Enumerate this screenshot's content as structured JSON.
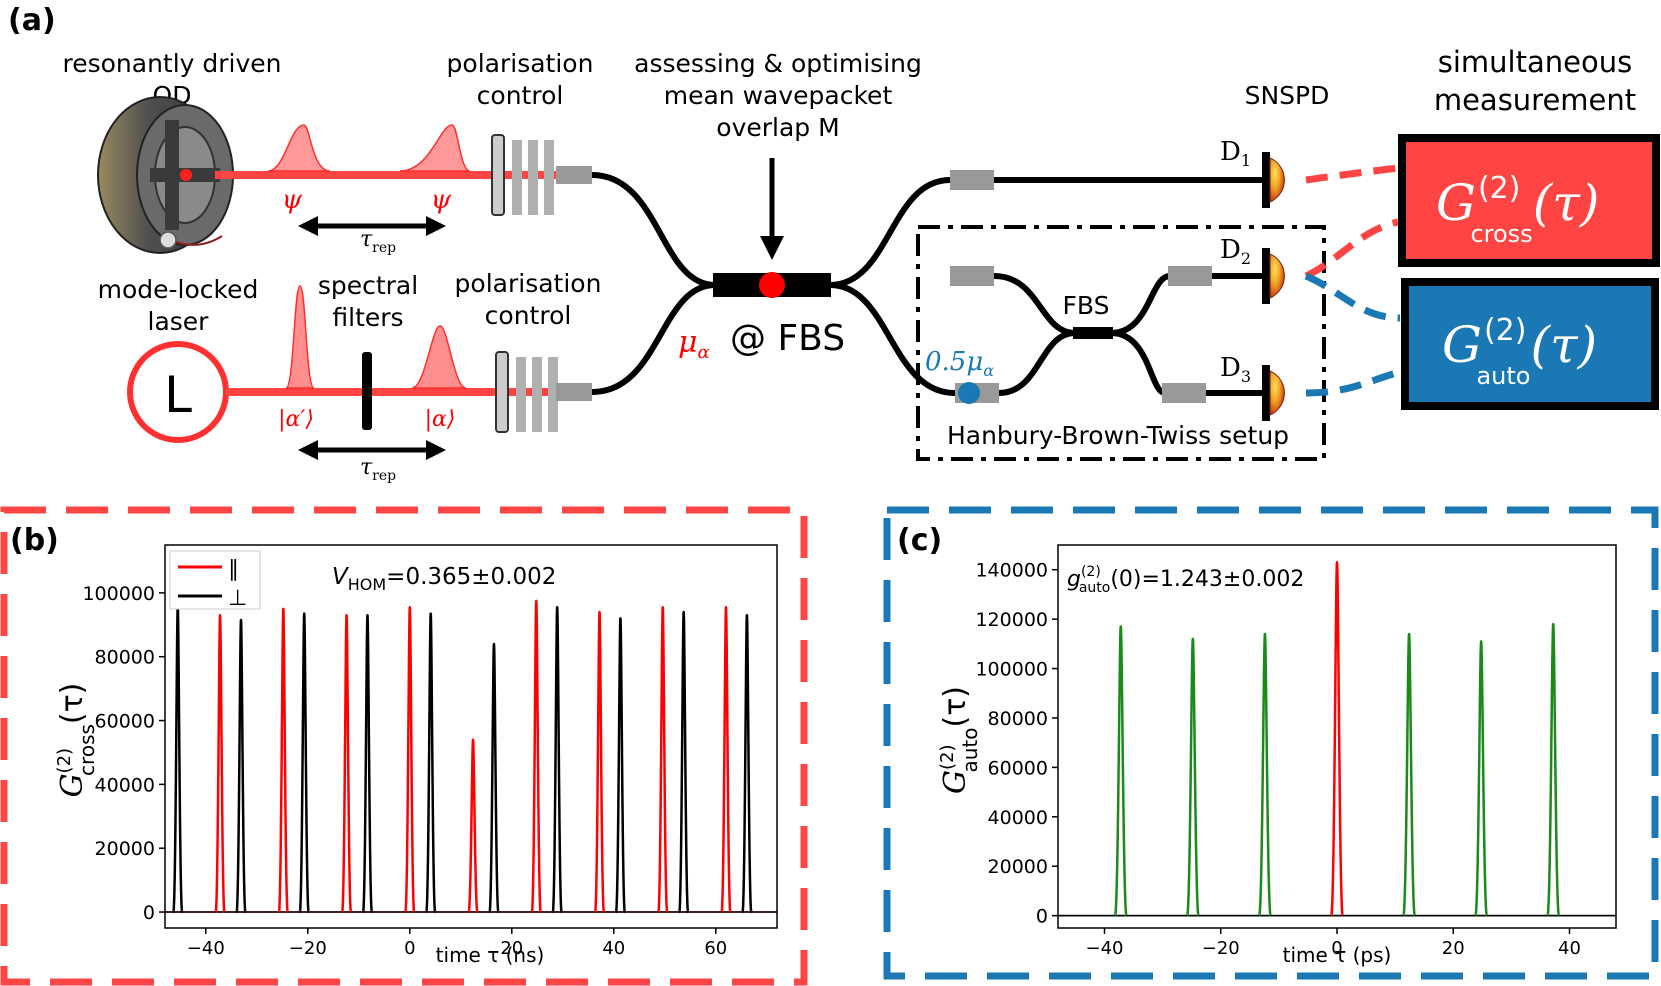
{
  "colors": {
    "red": "#ff4444",
    "pure_red": "#ff0000",
    "blue": "#1a78b4",
    "green": "#1a8a1a",
    "black": "#000000",
    "grey": "#999999"
  },
  "panel_a": {
    "tag": "(a)",
    "qd_label": [
      "resonantly driven",
      "QD"
    ],
    "pol_label_top": [
      "polarisation",
      "control"
    ],
    "assess_label": [
      "assessing & optimising",
      "mean wavepacket",
      "overlap M"
    ],
    "snspd_label": "SNSPD",
    "sim_label": [
      "simultaneous",
      "measurement"
    ],
    "laser_label": [
      "mode-locked",
      "laser"
    ],
    "filter_label": [
      "spectral",
      "filters"
    ],
    "pol_label_bottom": [
      "polarisation",
      "control"
    ],
    "laser_glyph": "L",
    "psi": "ψ",
    "tau_rep": "τ",
    "tau_sub": "rep",
    "alpha_prime": "|α′⟩",
    "alpha": "|α⟩",
    "mu_alpha": "μ",
    "mu_sub": "α",
    "at_fbs": "@ FBS",
    "half_mu": "0.5μ",
    "fbs_label": "FBS",
    "hbt_label": "Hanbury-Brown-Twiss setup",
    "detectors": [
      "D",
      "D",
      "D"
    ],
    "detector_subs": [
      "1",
      "2",
      "3"
    ],
    "g_cross": {
      "main": "G",
      "sup": "(2)",
      "sub": "cross",
      "arg": "(τ)"
    },
    "g_auto": {
      "main": "G",
      "sup": "(2)",
      "sub": "auto",
      "arg": "(τ)"
    }
  },
  "panel_b": {
    "tag": "(b)",
    "visibility_label": "V",
    "visibility_sub": "HOM",
    "visibility_value": "=0.365±0.002",
    "legend": [
      "∥",
      "⊥"
    ],
    "ylabel_main": "G",
    "ylabel_sup": "(2)",
    "ylabel_sub": "cross",
    "ylabel_arg": "(τ)",
    "xlabel": "time τ (ns)",
    "xticks": [
      "−40",
      "−20",
      "0",
      "20",
      "40",
      "60"
    ],
    "yticks": [
      "0",
      "20000",
      "40000",
      "60000",
      "80000",
      "100000"
    ]
  },
  "panel_c": {
    "tag": "(c)",
    "g_label": "g",
    "g_sup": "(2)",
    "g_sub": "auto",
    "g_value": "(0)=1.243±0.002",
    "ylabel_main": "G",
    "ylabel_sup": "(2)",
    "ylabel_sub": "auto",
    "ylabel_arg": "(τ)",
    "xlabel": "time τ (ps)",
    "xticks": [
      "−40",
      "−20",
      "0",
      "20",
      "40"
    ],
    "yticks": [
      "0",
      "20000",
      "40000",
      "60000",
      "80000",
      "100000",
      "120000",
      "140000"
    ]
  },
  "chart_data": [
    {
      "type": "line",
      "panel": "b",
      "xlim": [
        -48,
        72
      ],
      "ylim": [
        -5000,
        115000
      ],
      "series": [
        {
          "name": "∥",
          "color": "#ff0000",
          "x": [
            -37.2,
            -24.8,
            -12.4,
            0,
            12.4,
            24.8,
            37.2,
            49.6,
            62
          ],
          "y": [
            93000,
            95000,
            93000,
            95500,
            54000,
            97500,
            94000,
            95500,
            95500
          ]
        },
        {
          "name": "⊥",
          "color": "#000000",
          "x": [
            -45.5,
            -33.1,
            -20.7,
            -8.3,
            4.1,
            16.5,
            28.9,
            41.3,
            53.7,
            66.1
          ],
          "y": [
            95500,
            91500,
            93500,
            93000,
            93500,
            84000,
            95500,
            92000,
            94000,
            93000
          ]
        }
      ]
    },
    {
      "type": "line",
      "panel": "c",
      "xlim": [
        -48,
        48
      ],
      "ylim": [
        -5000,
        150000
      ],
      "series": [
        {
          "color": "#1a8a1a",
          "x": [
            -37.2,
            -24.8,
            -12.4,
            12.4,
            24.8,
            37.2
          ],
          "y": [
            117000,
            112000,
            114000,
            114000,
            111000,
            118000
          ]
        },
        {
          "color": "#ff0000",
          "x": [
            0
          ],
          "y": [
            143000
          ]
        }
      ]
    }
  ]
}
